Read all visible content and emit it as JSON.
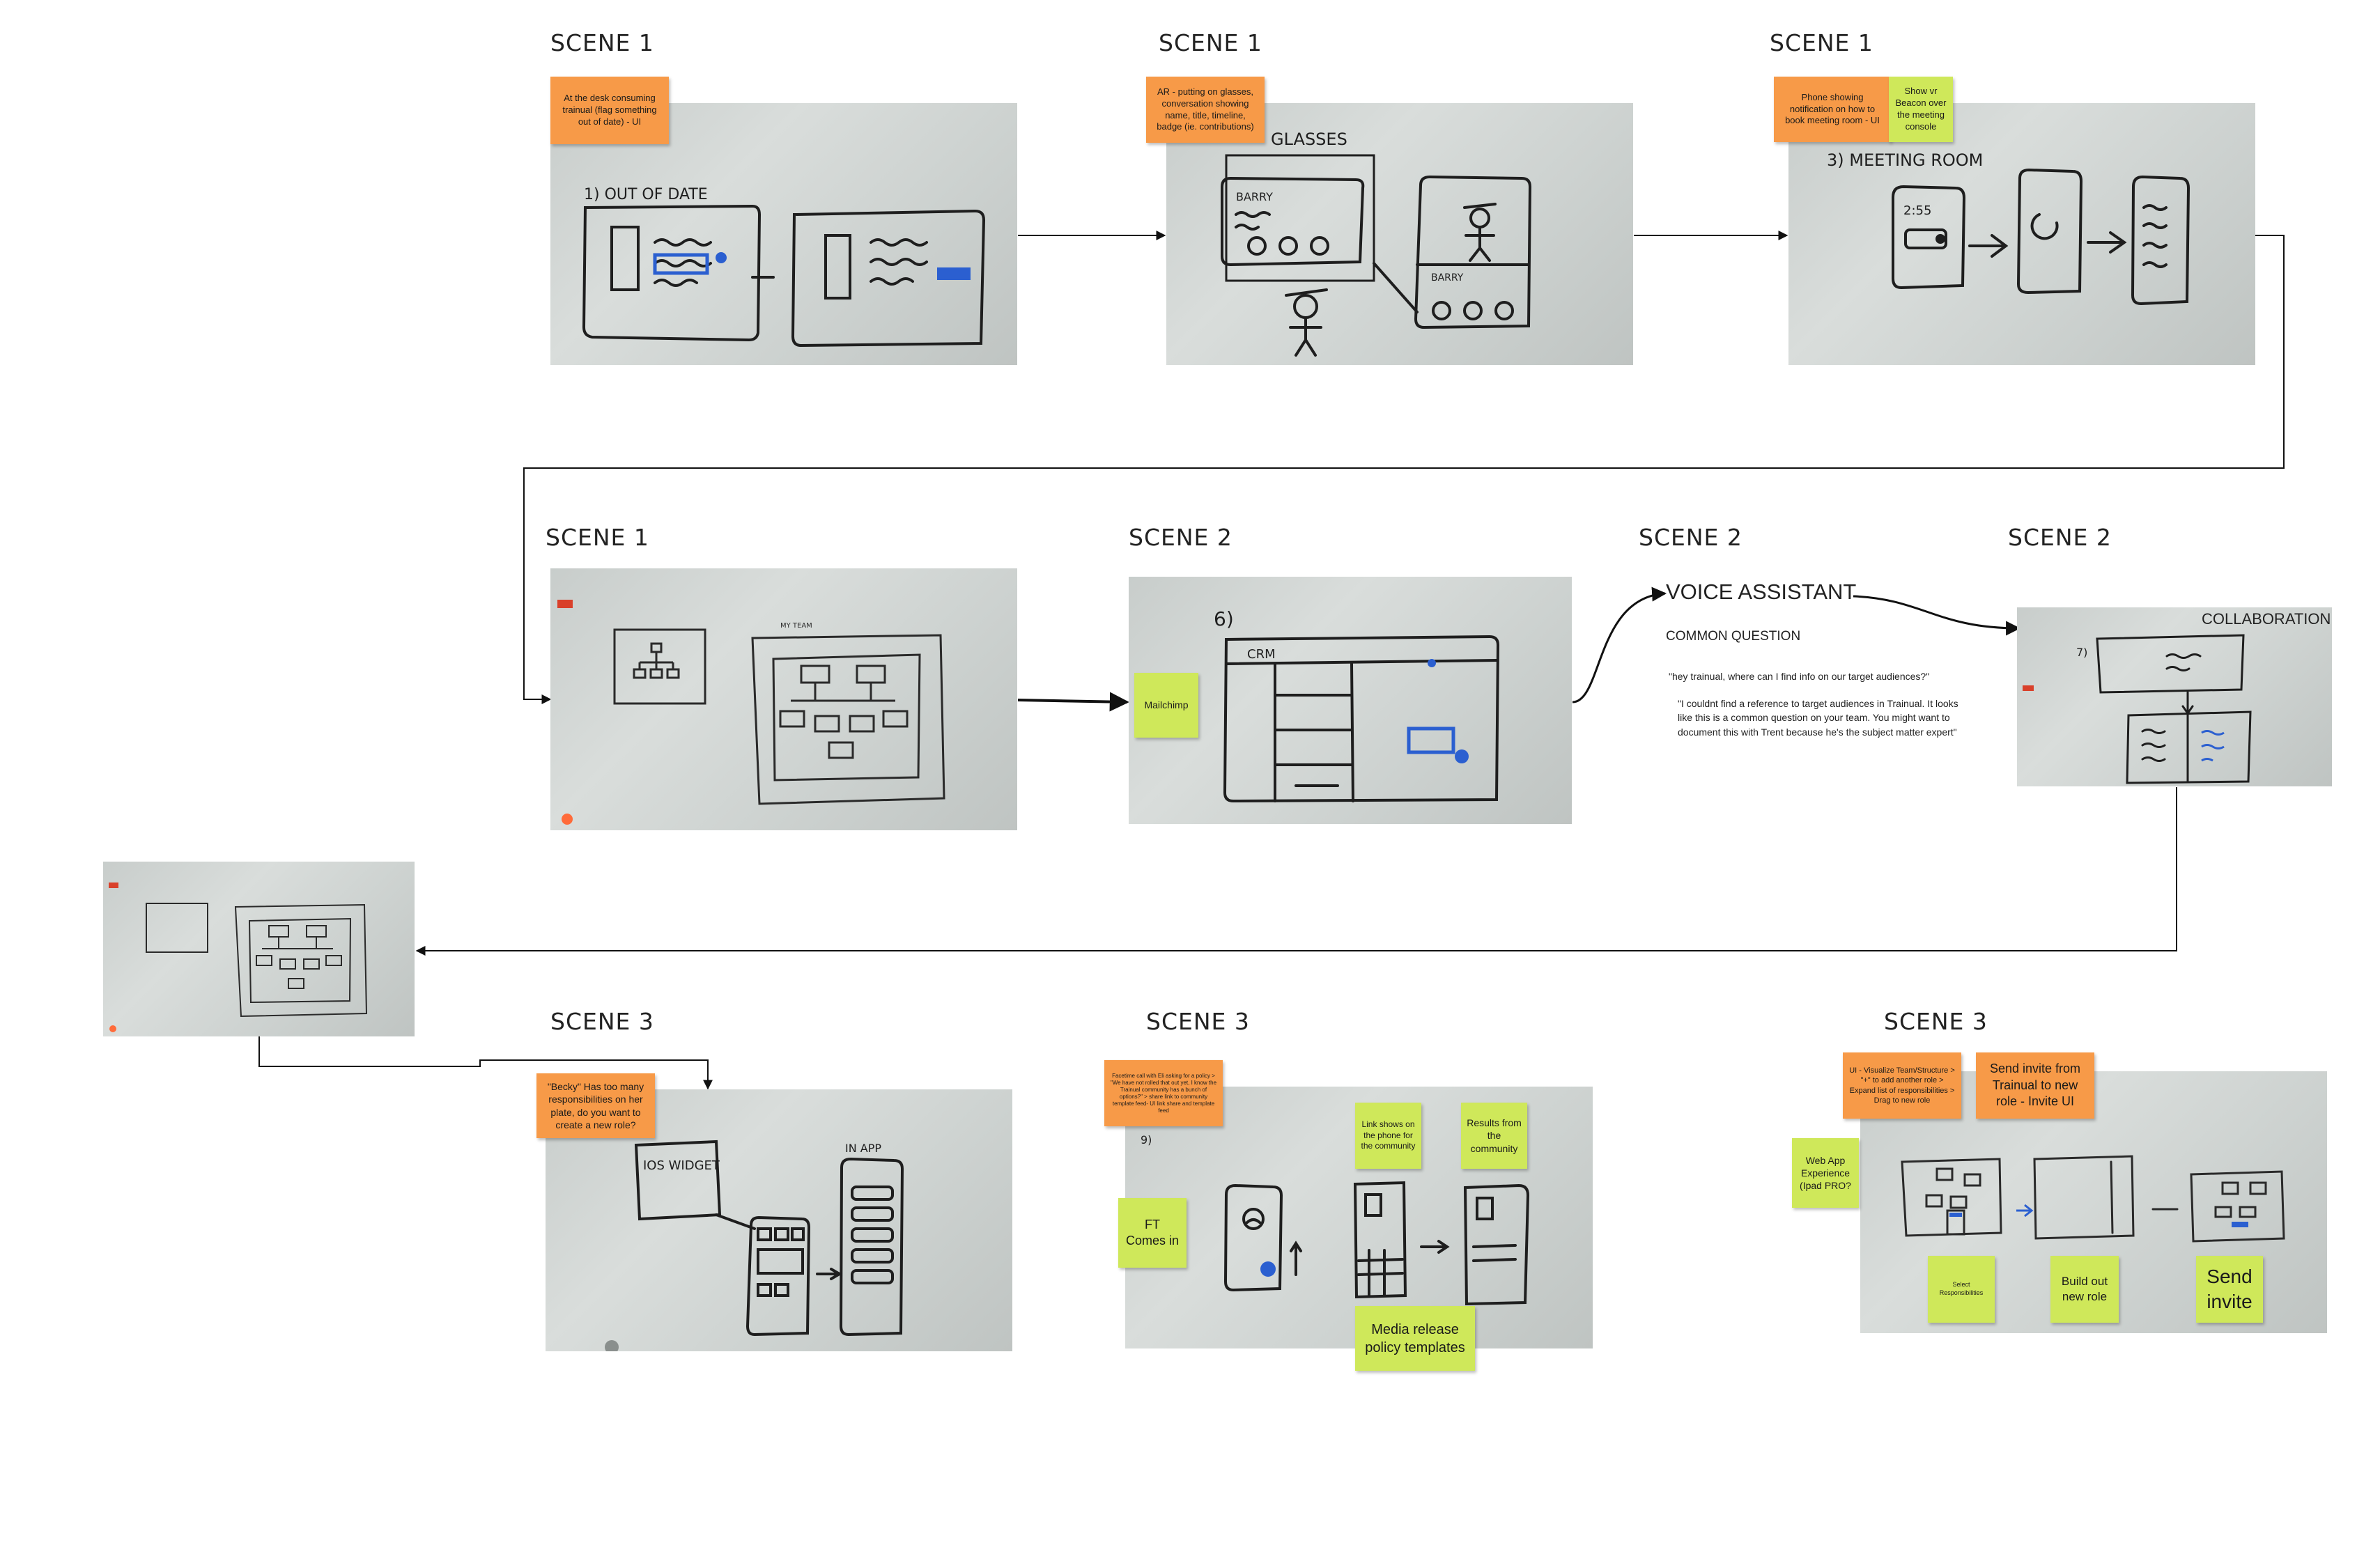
{
  "scenes": {
    "s1": "SCENE 1",
    "s2": "SCENE 1",
    "s3": "SCENE 1",
    "s4": "SCENE 1",
    "s5": "SCENE 2",
    "s6": "SCENE 2",
    "s7": "SCENE 2",
    "s8": "SCENE 3",
    "s9": "SCENE 3",
    "s10": "SCENE 3"
  },
  "notes": {
    "n1": "At the desk consuming trainual (flag something out of date) - UI",
    "n2": "AR - putting on glasses, conversation showing name, title, timeline, badge (ie. contributions)",
    "n3": "Phone showing notification on how to book meeting room - UI",
    "n4": "Show vr Beacon over the meeting console",
    "n5": "Mailchimp",
    "n6": "\"Becky\" Has too many responsibilities on her plate, do you want to create a new role?",
    "n7": "Facetime call with Eli asking for a policy > \"We have not rolled that out yet, I know the Trainual community has a bunch of options?\" > share link to community template feed- UI link share and template feed",
    "n8": "Link shows on the phone for the community",
    "n9": "Results from the community",
    "n10": "FT Comes in",
    "n11": "Media release policy templates",
    "n12": "UI - Visualize Team/Structure > \"+\" to add another role > Expand list of responsibilities > Drag to new role",
    "n13": "Send invite from Trainual to new role - Invite UI",
    "n14": "Web App Experience (Ipad PRO?",
    "n15": "Select Responsibilities",
    "n16": "Build out new role",
    "n17": "Send invite"
  },
  "voice": {
    "title": "VOICE ASSISTANT",
    "subtitle": "COMMON QUESTION",
    "question": "\"hey trainual, where can I find info on our target audiences?\"",
    "answer": "\"I couldnt find a reference to target audiences in Trainual. It looks like this is a common question on your team. You might want to document this with Trent because he's the subject matter expert\""
  },
  "collaboration_label": "COLLABORATION",
  "sketch_text": {
    "p1": "1) OUT OF DATE",
    "p2": "GLASSES",
    "p2_name": "BARRY",
    "p3": "3) MEETING ROOM",
    "p3_time": "2:55",
    "p5_num": "6)",
    "p5_crm": "CRM",
    "p6_num": "7)",
    "p7_widget": "IOS WIDGET",
    "p7_app": "IN APP",
    "p8_num": "9)"
  },
  "colors": {
    "orange_note": "#f79a48",
    "green_note": "#cfe85a",
    "marker": "#1e1e1e",
    "blue_marker": "#2b5fd0"
  },
  "icons": [
    "arrow-right-icon",
    "curved-arrow-icon"
  ]
}
